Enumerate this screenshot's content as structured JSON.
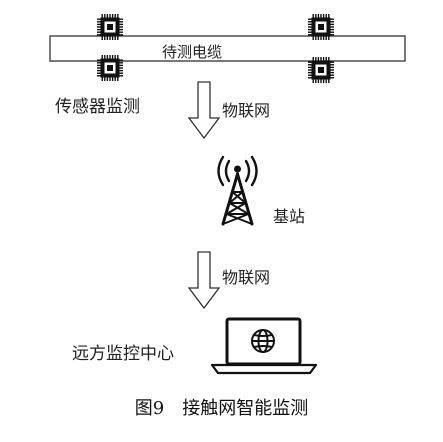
{
  "diagram": {
    "cable_label": "待测电缆",
    "sensor_label": "传感器监测",
    "iot_label_1": "物联网",
    "base_station_label": "基站",
    "iot_label_2": "物联网",
    "remote_center_label": "远方监控中心",
    "caption": {
      "figure_number": "图9",
      "title": "接触网智能监测"
    },
    "icons": [
      "chip-sensor-icon",
      "down-arrow-icon",
      "radio-tower-icon",
      "laptop-icon",
      "globe-icon"
    ]
  }
}
